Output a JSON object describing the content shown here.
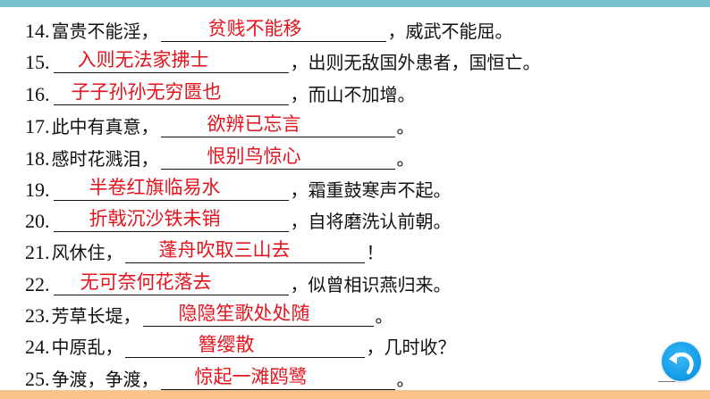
{
  "colors": {
    "top_bar": "#78c3cd",
    "bottom_bar": "#fbc38c",
    "answer_text": "#e3141d",
    "body_text": "#111111",
    "return_button": "#159fe8"
  },
  "lines": [
    {
      "num": "14.",
      "before": "富贵不能淫，",
      "answer": "贫贱不能移",
      "after": "，威武不能屈。"
    },
    {
      "num": "15.",
      "before": "",
      "answer": "入则无法家拂士",
      "after": "，出则无敌国外患者，国恒亡。"
    },
    {
      "num": "16.",
      "before": "",
      "answer": "子子孙孙无穷匮也",
      "after": "，而山不加增。"
    },
    {
      "num": "17.",
      "before": "此中有真意，",
      "answer": "欲辨已忘言",
      "after": "。"
    },
    {
      "num": "18.",
      "before": "感时花溅泪，",
      "answer": "恨别鸟惊心",
      "after": "。"
    },
    {
      "num": "19.",
      "before": "",
      "answer": "半卷红旗临易水",
      "after": "，霜重鼓寒声不起。"
    },
    {
      "num": "20.",
      "before": "",
      "answer": "折戟沉沙铁未销",
      "after": "，自将磨洗认前朝。"
    },
    {
      "num": "21.",
      "before": "风休住，",
      "answer": "蓬舟吹取三山去",
      "after": "！"
    },
    {
      "num": "22.",
      "before": "",
      "answer": "无可奈何花落去",
      "after": "，似曾相识燕归来。"
    },
    {
      "num": "23.",
      "before": "芳草长堤，",
      "answer": "隐隐笙歌处处随",
      "after": "。"
    },
    {
      "num": "24.",
      "before": "中原乱，",
      "answer": "簪缨散",
      "after": "，几时收？"
    },
    {
      "num": "25.",
      "before": "争渡，争渡，",
      "answer": "惊起一滩鸥鹭",
      "after": "。"
    }
  ],
  "return_button": {
    "icon": "return-arrow-icon",
    "label": ""
  }
}
